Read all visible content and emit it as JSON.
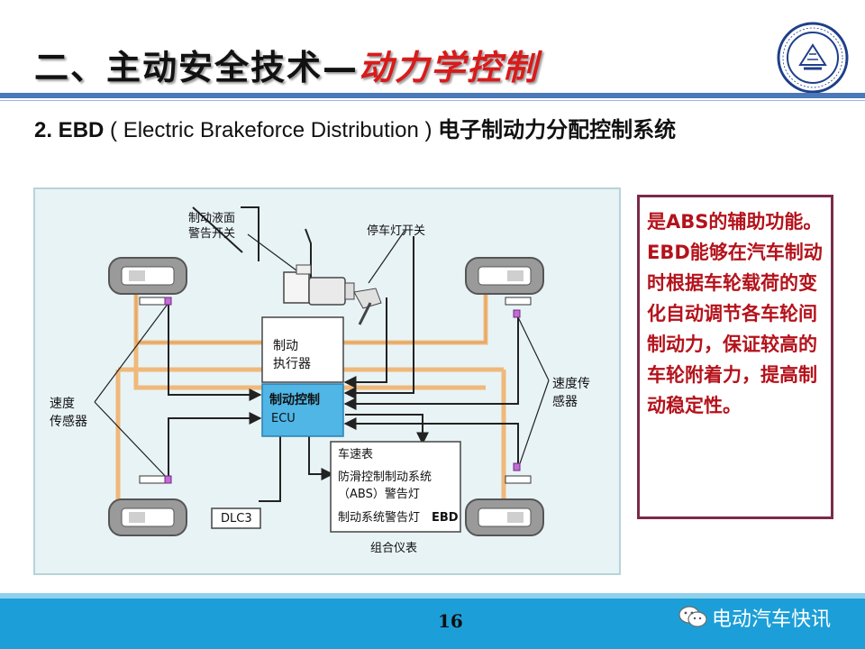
{
  "header": {
    "title_main": "二、主动安全技术—",
    "title_sub": "动力学控制",
    "logo_icon": "university-seal-icon"
  },
  "subtitle": {
    "number": "2. EBD",
    "english": "( Electric Brakeforce Distribution )",
    "chinese": "电子制动力分配控制系统"
  },
  "diagram": {
    "brake_fluid_switch": "制动液面\n警告开关",
    "stop_lamp_switch": "停车灯开关",
    "actuator": "制动\n执行器",
    "ecu_line1": "制动控制",
    "ecu_line2": "ECU",
    "speed_sensor_left": "速度\n传感器",
    "speed_sensor_right": "速度传\n感器",
    "dlc": "DLC3",
    "cluster_speedometer": "车速表",
    "cluster_abs_lamp": "防滑控制制动系统\n（ABS）警告灯",
    "cluster_brake_lamp": "制动系统警告灯",
    "cluster_ebd": "EBD",
    "cluster_caption": "组合仪表"
  },
  "description": "是ABS的辅助功能。EBD能够在汽车制动时根据车轮载荷的变化自动调节各车轮间制动力，保证较高的车轮附着力，提高制动稳定性。",
  "footer": {
    "page_number": "16",
    "brand": "电动汽车快讯",
    "wechat_icon": "wechat-icon"
  },
  "colors": {
    "title_accent": "#d81b1b",
    "header_rule": "#4a78b8",
    "footer_bar": "#1c9fd8",
    "textbox_border": "#7b2a4a",
    "textbox_text": "#b4121b",
    "ecu_fill": "#4fb6e6",
    "hydraulic_line": "#f0b87a"
  }
}
